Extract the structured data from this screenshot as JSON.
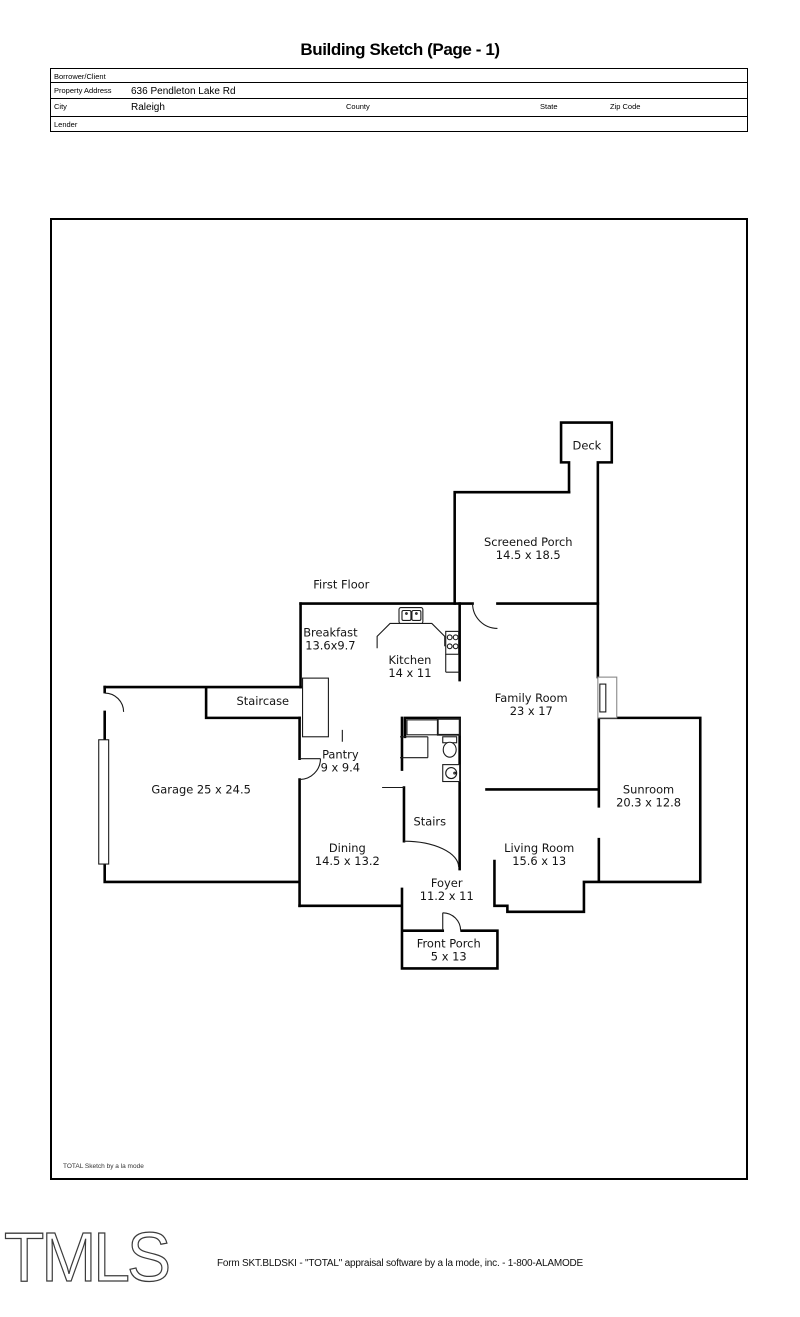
{
  "title": "Building Sketch (Page - 1)",
  "form": {
    "borrower_label": "Borrower/Client",
    "borrower_value": "",
    "property_label": "Property Address",
    "property_value": "636 Pendleton Lake Rd",
    "city_label": "City",
    "city_value": "Raleigh",
    "county_label": "County",
    "county_value": "",
    "state_label": "State",
    "state_value": "",
    "zip_label": "Zip Code",
    "zip_value": "",
    "lender_label": "Lender",
    "lender_value": ""
  },
  "sketch": {
    "floor_label": "First Floor",
    "credit": "TOTAL Sketch by a la mode",
    "rooms": {
      "deck": {
        "name": "Deck",
        "dims": ""
      },
      "screened_porch": {
        "name": "Screened Porch",
        "dims": "14.5 x 18.5"
      },
      "breakfast": {
        "name": "Breakfast",
        "dims": "13.6x9.7"
      },
      "kitchen": {
        "name": "Kitchen",
        "dims": "14 x 11"
      },
      "family_room": {
        "name": "Family Room",
        "dims": "23 x 17"
      },
      "staircase": {
        "name": "Staircase"
      },
      "pantry": {
        "name": "Pantry",
        "dims": "9 x 9.4"
      },
      "garage": {
        "label": "Garage 25 x 24.5"
      },
      "sunroom": {
        "name": "Sunroom",
        "dims": "20.3 x 12.8"
      },
      "stairs": {
        "name": "Stairs"
      },
      "dining": {
        "name": "Dining",
        "dims": "14.5 x 13.2"
      },
      "living_room": {
        "name": "Living Room",
        "dims": "15.6 x 13"
      },
      "foyer": {
        "name": "Foyer",
        "dims": "11.2 x 11"
      },
      "front_porch": {
        "name": "Front Porch",
        "dims": "5 x 13"
      }
    }
  },
  "footer": {
    "logo": "TMLS",
    "text": "Form SKT.BLDSKI - \"TOTAL\" appraisal software by a la mode, inc. - 1-800-ALAMODE"
  }
}
